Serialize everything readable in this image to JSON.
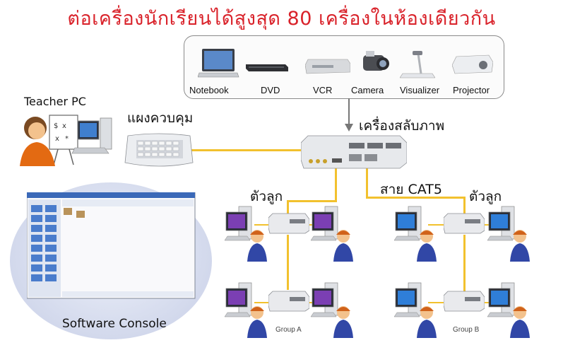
{
  "title": "ต่อเครื่องนักเรียนได้สูงสุด 80 เครื่องในห้องเดียวกัน",
  "devices": [
    "Notebook",
    "DVD",
    "VCR",
    "Camera",
    "Visualizer",
    "Projector"
  ],
  "labels": {
    "teacher_pc": "Teacher PC",
    "control_panel": "แผงควบคุม",
    "switcher": "เครื่องสลับภาพ",
    "cable": "สาย  CAT5",
    "child_left": "ตัวลูก",
    "child_right": "ตัวลูก",
    "software_console": "Software Console",
    "group_a": "Group A",
    "group_b": "Group B"
  },
  "colors": {
    "title": "#d9222a",
    "cable": "#f2c12e"
  }
}
